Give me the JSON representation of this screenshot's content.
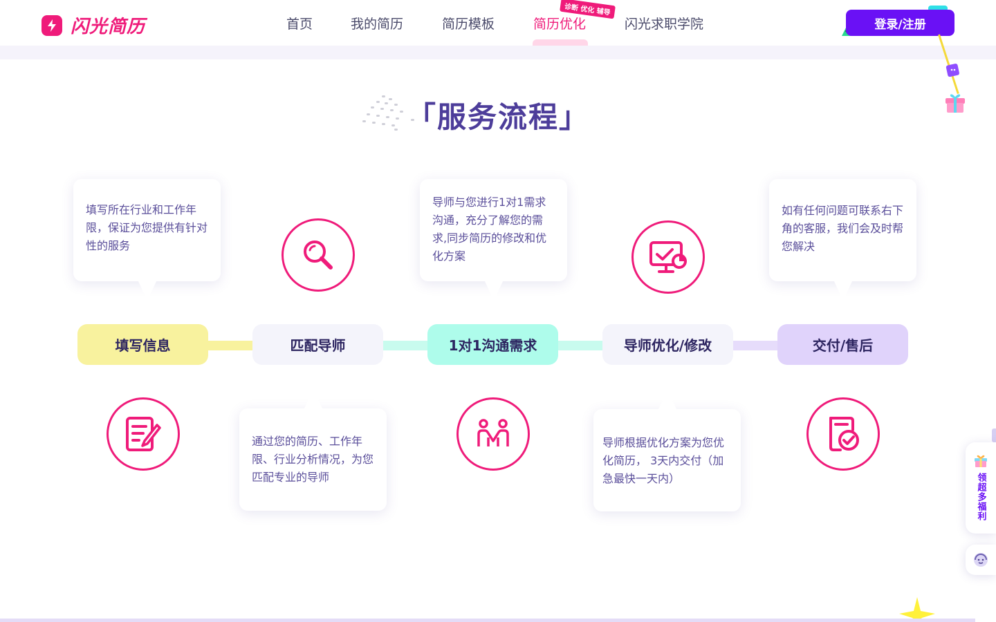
{
  "header": {
    "logo_text": "闪光简历",
    "nav": [
      {
        "label": "首页"
      },
      {
        "label": "我的简历"
      },
      {
        "label": "简历模板"
      },
      {
        "label": "简历优化",
        "active": true
      },
      {
        "label": "闪光求职学院"
      }
    ],
    "nav_badge": "诊断 优化 辅导",
    "login_label": "登录/注册"
  },
  "section": {
    "title": "「服务流程」"
  },
  "steps": [
    {
      "label": "填写信息",
      "color": "#f8f29e"
    },
    {
      "label": "匹配导师",
      "color": "#f4f4fb"
    },
    {
      "label": "1对1沟通需求",
      "color": "#aefceb"
    },
    {
      "label": "导师优化/修改",
      "color": "#f4f4fb"
    },
    {
      "label": "交付/售后",
      "color": "#e0d3fb"
    }
  ],
  "descriptions": [
    "填写所在行业和工作年限，保证为您提供有针对性的服务",
    "通过您的简历、工作年限、行业分析情况，为您匹配专业的导师",
    "导师与您进行1对1需求沟通，充分了解您的需求,同步简历的修改和优化方案",
    "导师根据优化方案为您优化简历， 3天内交付（加急最快一天内）",
    "如有任何问题可联系右下角的客服，我们会及时帮您解决"
  ],
  "icons": {
    "step1": "edit-document-icon",
    "step2": "search-icon",
    "step3": "people-icon",
    "step4": "monitor-check-icon",
    "step5": "document-check-icon"
  },
  "floating": {
    "welfare_label": "领超多福利"
  },
  "colors": {
    "brand": "#ef1b7a",
    "primary": "#6a11f5",
    "title": "#4d3d9a",
    "yellow": "#f8f29e",
    "mint": "#aefceb",
    "lavender": "#e0d3fb"
  }
}
